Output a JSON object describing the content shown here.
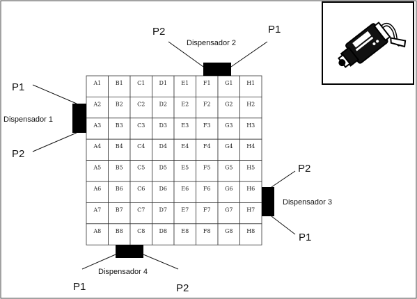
{
  "grid": {
    "columns": [
      "A",
      "B",
      "C",
      "D",
      "E",
      "F",
      "G",
      "H"
    ],
    "rows": [
      "1",
      "2",
      "3",
      "4",
      "5",
      "6",
      "7",
      "8"
    ]
  },
  "dispensers": {
    "d1": {
      "label": "Dispensador 1",
      "p1": "P1",
      "p2": "P2"
    },
    "d2": {
      "label": "Dispensador 2",
      "p1": "P1",
      "p2": "P2"
    },
    "d3": {
      "label": "Dispensador 3",
      "p1": "P1",
      "p2": "P2"
    },
    "d4": {
      "label": "Dispensador 4",
      "p1": "P1",
      "p2": "P2"
    }
  },
  "icons": {
    "camera": "security-camera-icon"
  },
  "colors": {
    "ink": "#111111",
    "dispenser_fill": "#000000",
    "background": "#ffffff"
  }
}
